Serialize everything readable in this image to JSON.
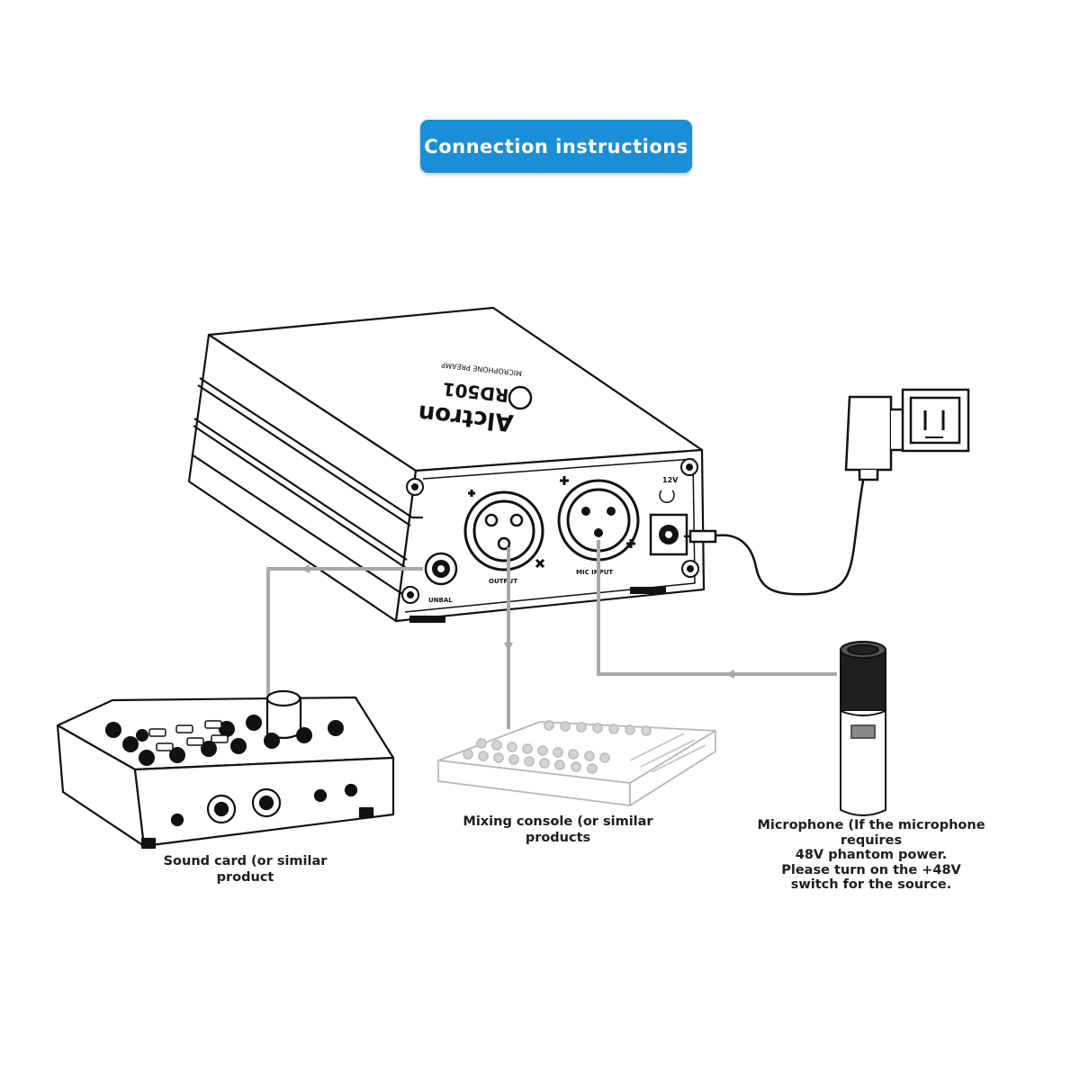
{
  "title": "Connection instructions",
  "device": {
    "brand": "Alctron",
    "model": "RD501",
    "subtitle": "MICROPHONE PREAMP",
    "port_labels": {
      "unbal": "UNBAL",
      "output": "OUTPUT",
      "mic_input": "MIC INPUT",
      "power": "12V"
    }
  },
  "captions": {
    "sound_card": "Sound card (or similar product",
    "mixing_console": "Mixing console (or similar products",
    "microphone_line1": "Microphone (If the microphone requires",
    "microphone_line2": "48V phantom power.",
    "microphone_line3": "Please turn on the +48V",
    "microphone_line4": "switch for the source."
  },
  "colors": {
    "accent": "#1a8fd8",
    "arrow": "#a8a8a8",
    "line_art": "#111111"
  }
}
